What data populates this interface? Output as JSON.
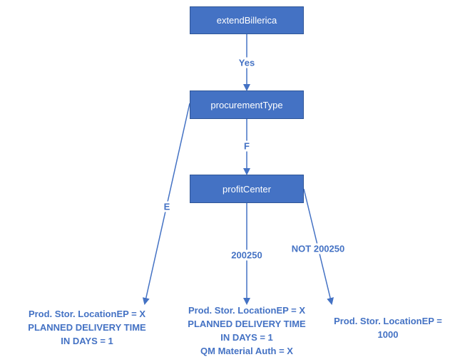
{
  "colors": {
    "node_fill": "#4472C4",
    "node_border": "#2F5597",
    "node_text": "#FFFFFF",
    "edge": "#4472C4",
    "label_text": "#4472C4"
  },
  "nodes": {
    "extend_billerica": "extendBillerica",
    "procurement_type": "procurementType",
    "profit_center": "profitCenter"
  },
  "edge_labels": {
    "yes": "Yes",
    "f": "F",
    "e": "E",
    "value_200250": "200250",
    "not_200250": "NOT 200250"
  },
  "leaves": {
    "left": [
      "Prod. Stor. LocationEP = X",
      "PLANNED DELIVERY TIME",
      "IN DAYS = 1"
    ],
    "middle": [
      "Prod. Stor. LocationEP = X",
      "PLANNED DELIVERY TIME",
      "IN DAYS = 1",
      "QM Material Auth = X"
    ],
    "right": [
      "Prod. Stor. LocationEP =",
      "1000"
    ]
  }
}
